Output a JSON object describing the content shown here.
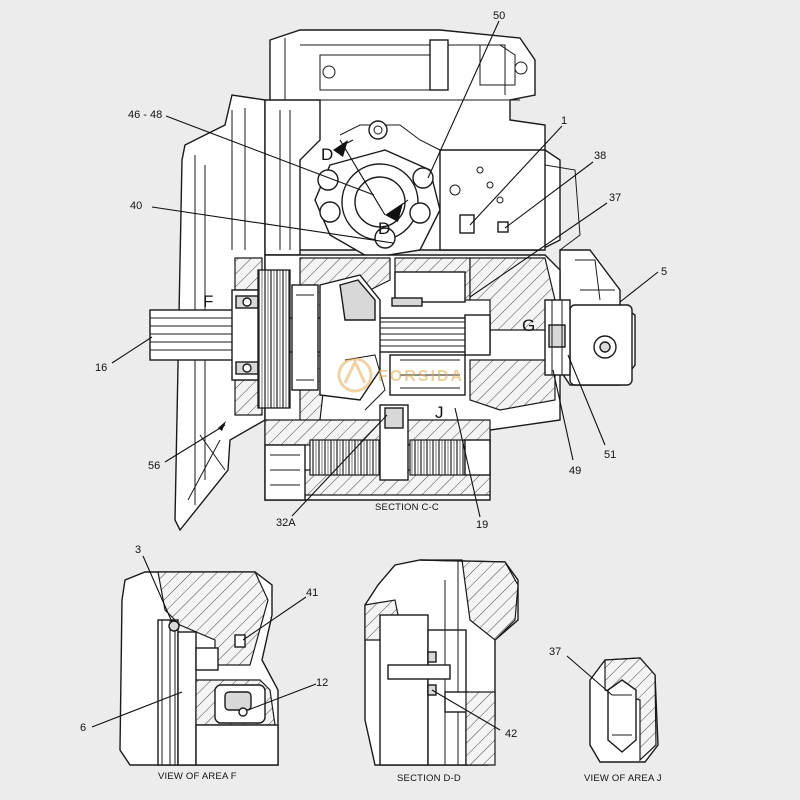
{
  "callouts": {
    "c50": "50",
    "c46_48": "46 - 48",
    "c1": "1",
    "c38": "38",
    "c37": "37",
    "c40": "40",
    "c5": "5",
    "c16": "16",
    "c51": "51",
    "c49": "49",
    "c56": "56",
    "c32a": "32A",
    "c19": "19",
    "c3": "3",
    "c41": "41",
    "c12": "12",
    "c6": "6",
    "c42": "42",
    "c37j": "37"
  },
  "markers": {
    "d_left": "D",
    "d_right": "D",
    "f": "F",
    "g": "G",
    "j": "J"
  },
  "captions": {
    "section_cc": "SECTION C-C",
    "view_f": "VIEW OF AREA F",
    "section_dd": "SECTION D-D",
    "view_j": "VIEW OF AREA J"
  },
  "watermark": "FORSIDA",
  "colors": {
    "line": "#1a1a1a",
    "background": "#ececec",
    "watermark": "#e0a84a"
  }
}
